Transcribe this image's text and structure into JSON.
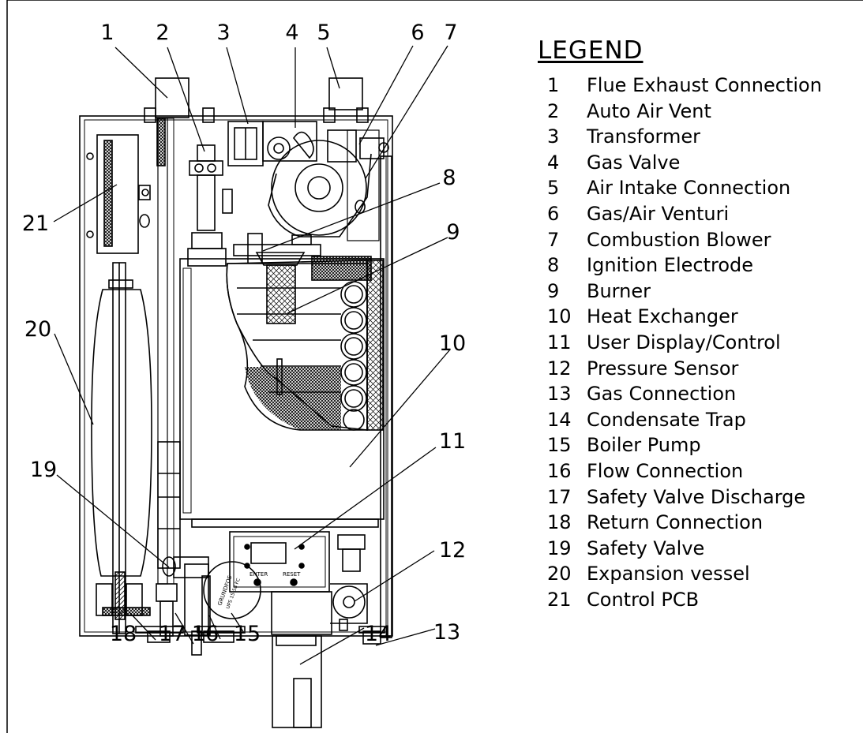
{
  "legend": {
    "title": "LEGEND",
    "items": [
      {
        "num": "1",
        "label": "Flue Exhaust Connection"
      },
      {
        "num": "2",
        "label": "Auto Air Vent"
      },
      {
        "num": "3",
        "label": "Transformer"
      },
      {
        "num": "4",
        "label": "Gas Valve"
      },
      {
        "num": "5",
        "label": "Air Intake Connection"
      },
      {
        "num": "6",
        "label": "Gas/Air Venturi"
      },
      {
        "num": "7",
        "label": "Combustion Blower"
      },
      {
        "num": "8",
        "label": "Ignition Electrode"
      },
      {
        "num": "9",
        "label": "Burner"
      },
      {
        "num": "10",
        "label": "Heat Exchanger"
      },
      {
        "num": "11",
        "label": "User Display/Control"
      },
      {
        "num": "12",
        "label": "Pressure Sensor"
      },
      {
        "num": "13",
        "label": "Gas Connection"
      },
      {
        "num": "14",
        "label": "Condensate Trap"
      },
      {
        "num": "15",
        "label": "Boiler Pump"
      },
      {
        "num": "16",
        "label": "Flow Connection"
      },
      {
        "num": "17",
        "label": "Safety Valve Discharge"
      },
      {
        "num": "18",
        "label": "Return Connection"
      },
      {
        "num": "19",
        "label": "Safety Valve"
      },
      {
        "num": "20",
        "label": "Expansion vessel"
      },
      {
        "num": "21",
        "label": "Control PCB"
      }
    ]
  },
  "callouts": [
    "1",
    "2",
    "3",
    "4",
    "5",
    "6",
    "7",
    "8",
    "9",
    "10",
    "11",
    "12",
    "13",
    "14",
    "15",
    "16",
    "17",
    "18",
    "19",
    "20",
    "21"
  ],
  "panel": {
    "enter_label": "ENTER",
    "reset_label": "RESET",
    "pump_brand": "GRUNDFOS",
    "pump_model": "UPS 15-58 FC"
  }
}
